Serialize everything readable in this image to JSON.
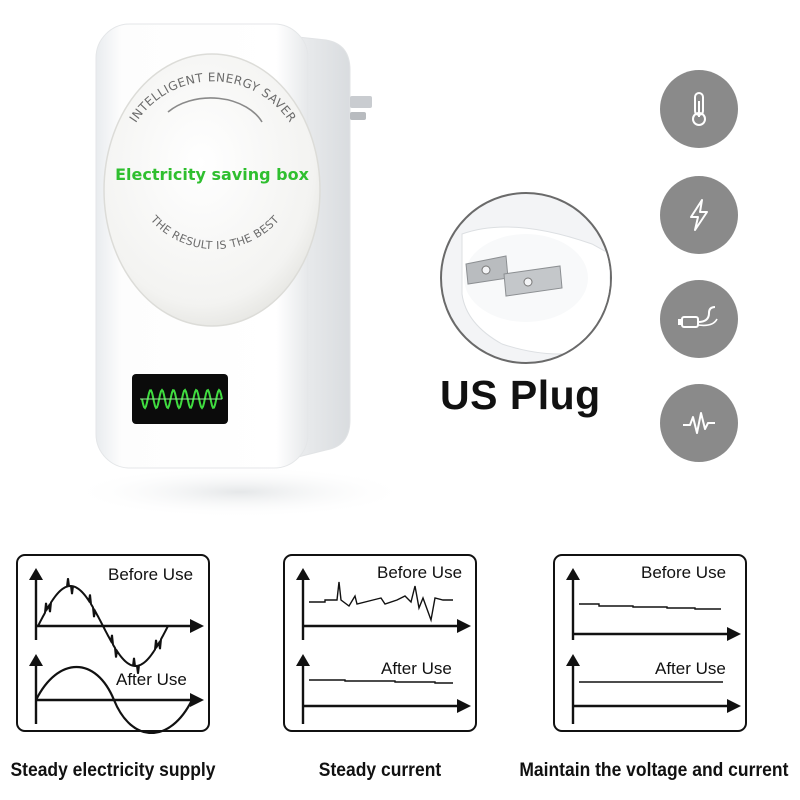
{
  "product": {
    "arc_text_top": "INTELLIGENT ENERGY SAVER",
    "brand_text": "Electricity saving box",
    "arc_text_bottom": "THE RESULT IS THE BEST",
    "indicator_icon": "waveform-display"
  },
  "plug": {
    "title": "US Plug",
    "icon": "us-plug-prongs"
  },
  "features": [
    {
      "icon": "thermometer-icon"
    },
    {
      "icon": "lightning-icon"
    },
    {
      "icon": "usb-plug-icon"
    },
    {
      "icon": "heartbeat-icon"
    }
  ],
  "panels": [
    {
      "before_label": "Before Use",
      "after_label": "After Use",
      "caption": "Steady electricity supply"
    },
    {
      "before_label": "Before Use",
      "after_label": "After Use",
      "caption": "Steady current"
    },
    {
      "before_label": "Before Use",
      "after_label": "After Use",
      "caption": "Maintain the voltage and current"
    }
  ],
  "colors": {
    "feature_circle": "#8a8a8a",
    "brand_text": "#2fbf2f",
    "wave_glow": "#3fdc3f",
    "indicator_bg": "#0b0b0b"
  }
}
